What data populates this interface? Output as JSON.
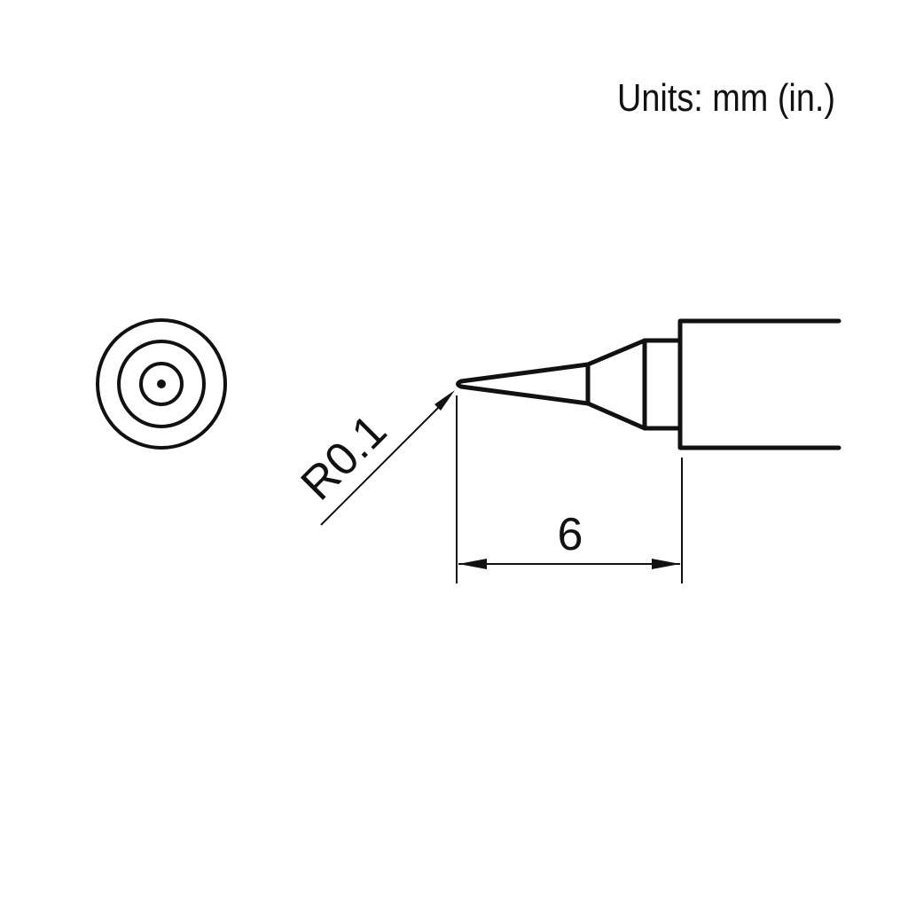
{
  "units_label": "Units: mm (in.)",
  "radius_label": "R0.1",
  "length_label": "6",
  "colors": {
    "line": "#111111",
    "background": "#ffffff"
  }
}
